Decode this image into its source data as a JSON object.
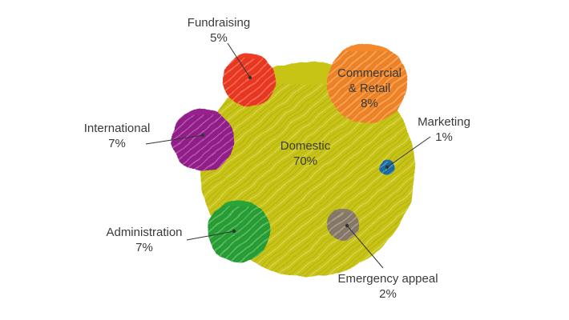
{
  "chart_data": {
    "type": "bubble",
    "unit": "%",
    "series": [
      {
        "label": "Domestic",
        "value": 70,
        "color": "#c8c418"
      },
      {
        "label": "Commercial & Retail",
        "value": 8,
        "color": "#f5882a"
      },
      {
        "label": "International",
        "value": 7,
        "color": "#97208e"
      },
      {
        "label": "Administration",
        "value": 7,
        "color": "#2aa337"
      },
      {
        "label": "Fundraising",
        "value": 5,
        "color": "#ef3b24"
      },
      {
        "label": "Emergency appeal",
        "value": 2,
        "color": "#8a7d6a"
      },
      {
        "label": "Marketing",
        "value": 1,
        "color": "#1f6fa6"
      }
    ]
  }
}
